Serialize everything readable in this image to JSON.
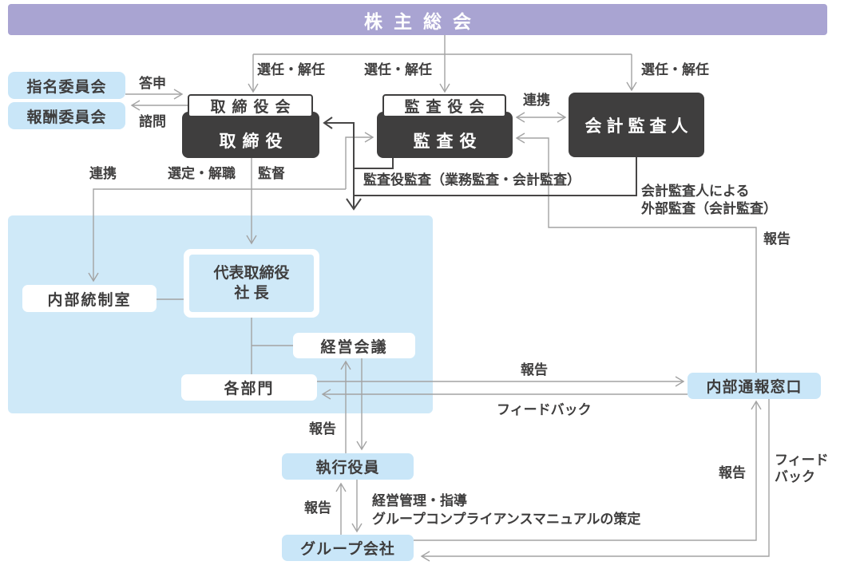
{
  "colors": {
    "purple": "#a9a4d2",
    "boxblue": "#c9e6f8",
    "contblue": "#cfe9f8",
    "dark": "#3f3e3e",
    "linegray": "#a3a3a3",
    "linedark": "#474646",
    "text": "#3f3e3e"
  },
  "nodes": {
    "shareholders_meeting": "株主総会",
    "nomination_committee": "指名委員会",
    "compensation_committee": "報酬委員会",
    "board_of_directors": "取締役会",
    "directors": "取締役",
    "audit_board": "監査役会",
    "auditors": "監査役",
    "accounting_auditor": "会計監査人",
    "internal_control_office": "内部統制室",
    "president_line1": "代表取締役",
    "president_line2": "社 長",
    "management_meeting": "経営会議",
    "departments": "各部門",
    "executive_officers": "執行役員",
    "group_companies": "グループ会社",
    "whistleblowing_desk": "内部通報窓口"
  },
  "edge_labels": {
    "election_dismissal": "選任・解任",
    "report_back": "答申",
    "consultation": "諮問",
    "cooperation": "連携",
    "selection_dismissal": "選定・解職",
    "supervision": "監督",
    "audit_by_auditors": "監査役監査（業務監査・会計監査）",
    "external_audit_line1": "会計監査人による",
    "external_audit_line2": "外部監査（会計監査）",
    "report": "報告",
    "feedback": "フィードバック",
    "feedback_line1": "フィード",
    "feedback_line2": "バック",
    "management_guidance": "経営管理・指導",
    "compliance_manual": "グループコンプライアンスマニュアルの策定"
  }
}
